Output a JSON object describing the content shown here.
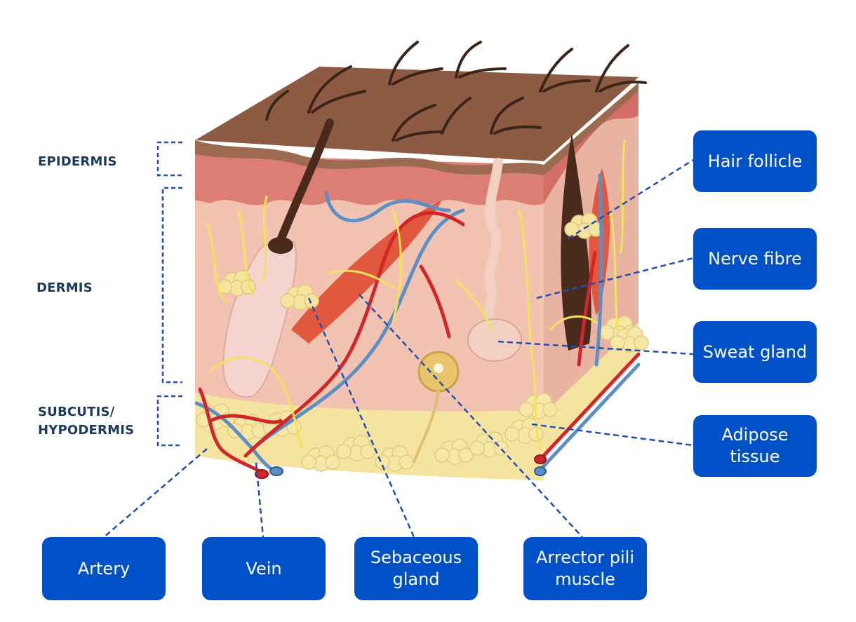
{
  "colors": {
    "callout_bg": "#0050c8",
    "leader_line": "#1f4fb5",
    "layer_text": "#1b3a5c",
    "epidermis_top": "#8d5a43",
    "dermis": "#f1c3b0",
    "artery": "#d3262a",
    "vein": "#5b8fc6",
    "nerve": "#f3e25a",
    "fat": "#f5e4a0"
  },
  "layers": {
    "epidermis": "EPIDERMIS",
    "dermis": "DERMIS",
    "subcutis": "SUBCUTIS/\nHYPODERMIS"
  },
  "callouts": {
    "hair_follicle": "Hair follicle",
    "nerve_fibre": "Nerve fibre",
    "sweat_gland": "Sweat gland",
    "adipose_tissue": "Adipose\ntissue",
    "artery": "Artery",
    "vein": "Vein",
    "sebaceous_gland": "Sebaceous\ngland",
    "arrector_pili": "Arrector pili\nmuscle"
  }
}
